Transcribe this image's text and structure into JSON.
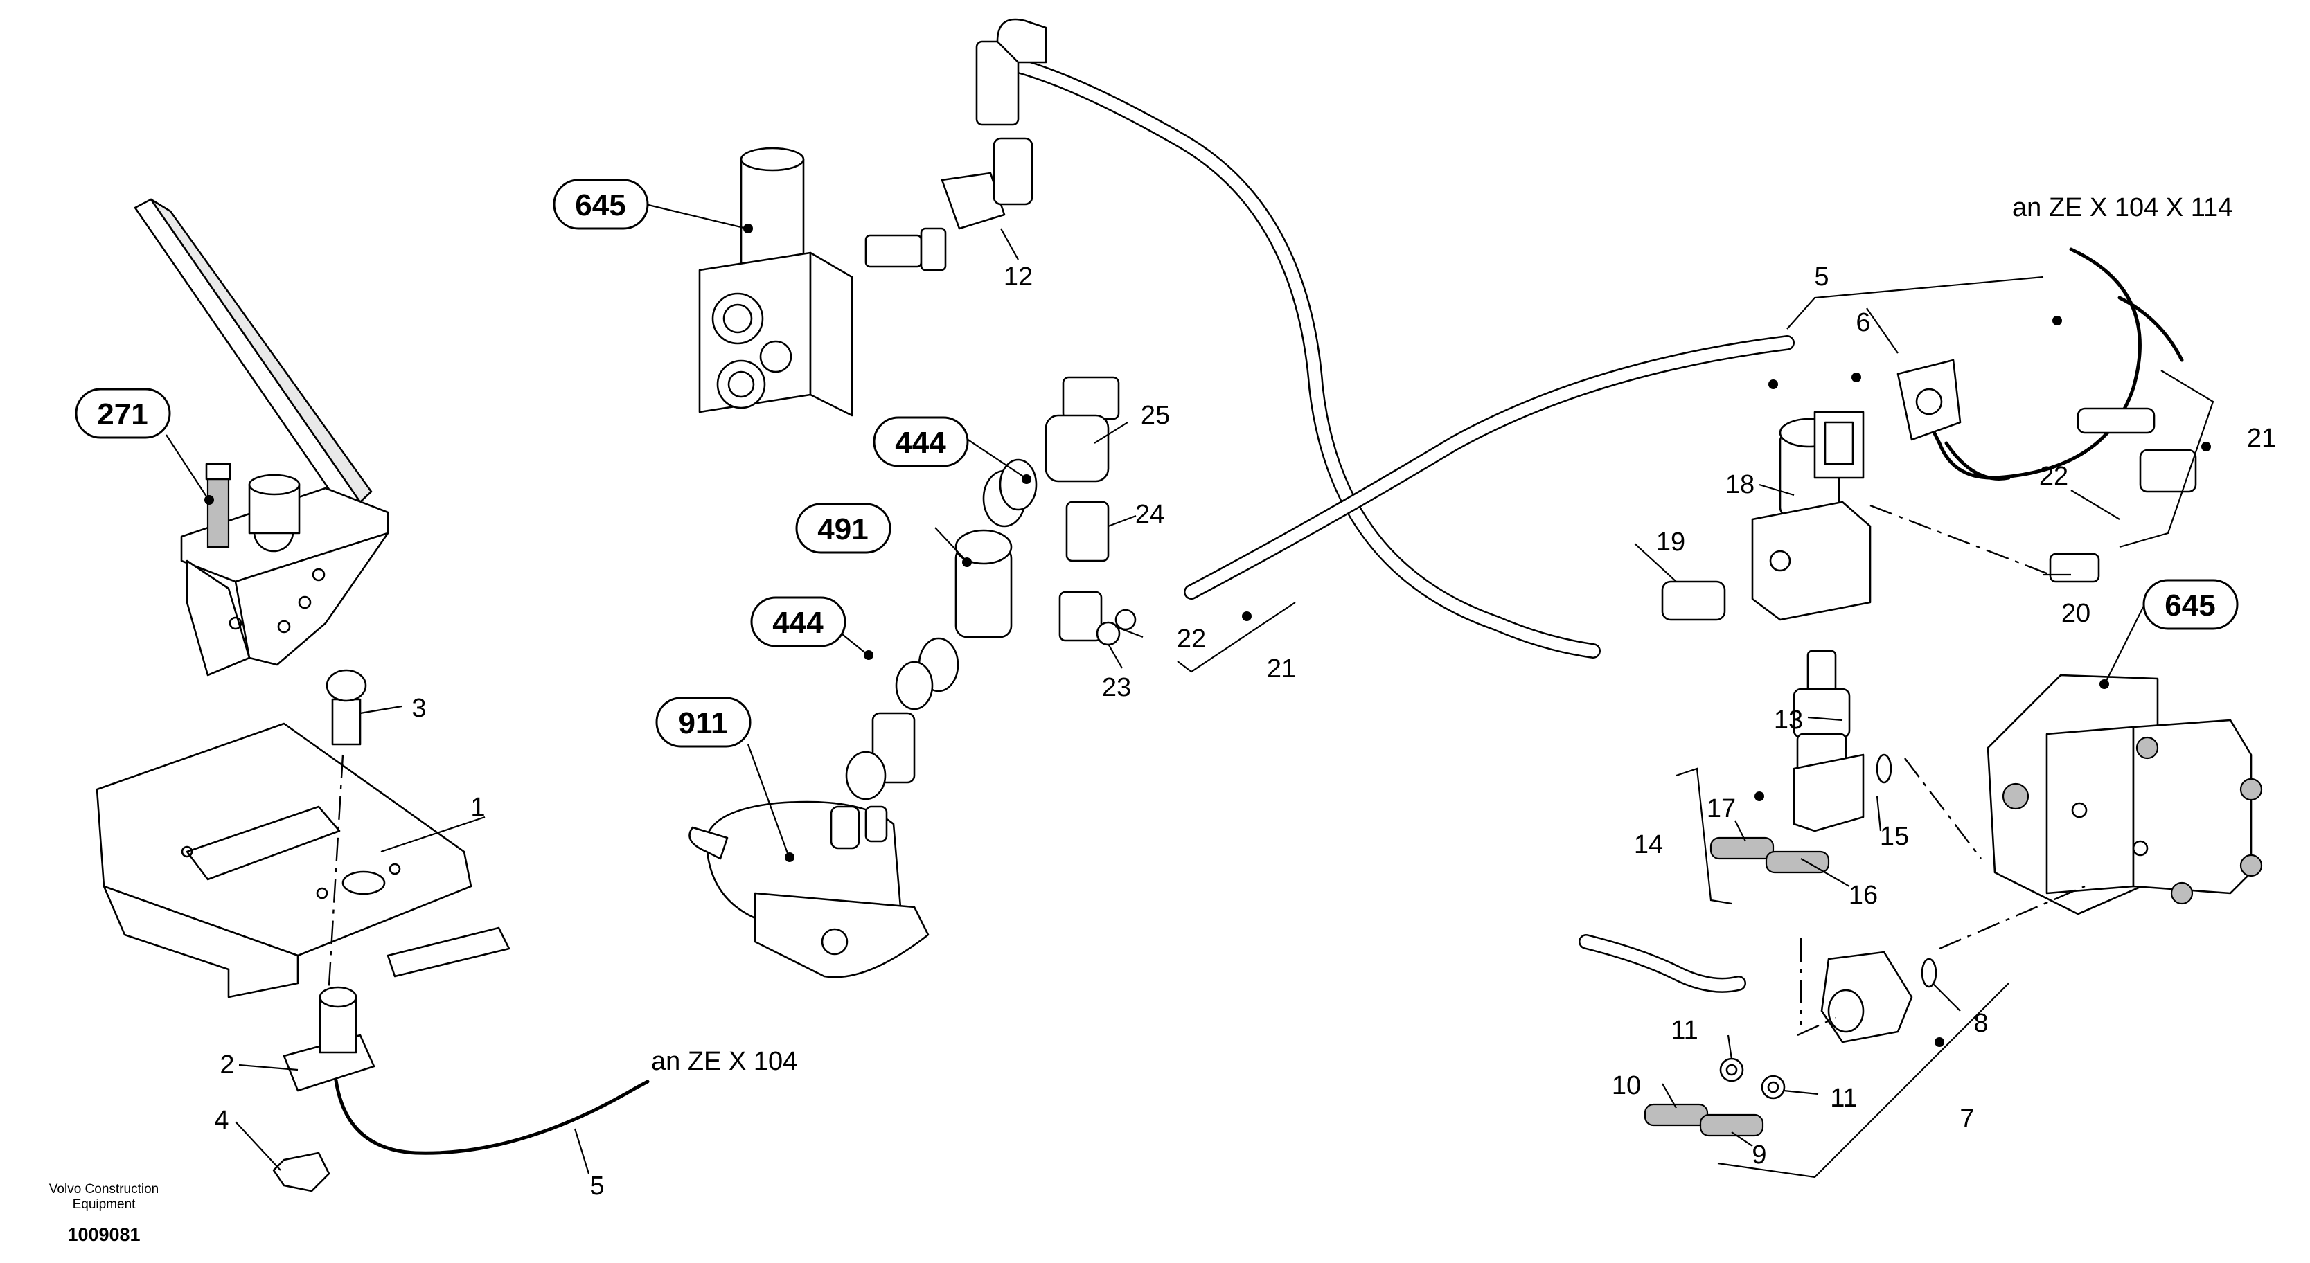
{
  "diagram": {
    "callouts": [
      "1",
      "2",
      "3",
      "4",
      "5",
      "6",
      "7",
      "8",
      "9",
      "10",
      "11",
      "12",
      "13",
      "14",
      "15",
      "16",
      "17",
      "18",
      "19",
      "20",
      "21",
      "22",
      "23",
      "24",
      "25"
    ],
    "references": [
      "645",
      "271",
      "444",
      "491",
      "444",
      "911",
      "645"
    ],
    "notes": {
      "top_right": "an  ZE  X 104  X 114",
      "bottom": "an  ZE  X 104"
    },
    "footer": {
      "brand_line1": "Volvo Construction",
      "brand_line2": "Equipment",
      "code": "1009081"
    }
  }
}
